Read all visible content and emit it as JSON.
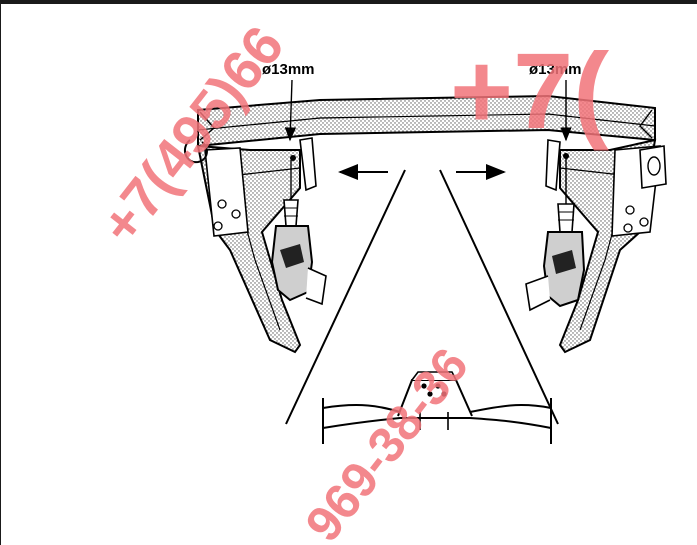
{
  "labels": {
    "left_diameter": "ø13mm",
    "right_diameter": "ø13mm"
  },
  "watermark": {
    "text_left": "+7(495)66",
    "text_center": "969-38-36",
    "text_right": "+7(",
    "color": "#f2747a"
  }
}
